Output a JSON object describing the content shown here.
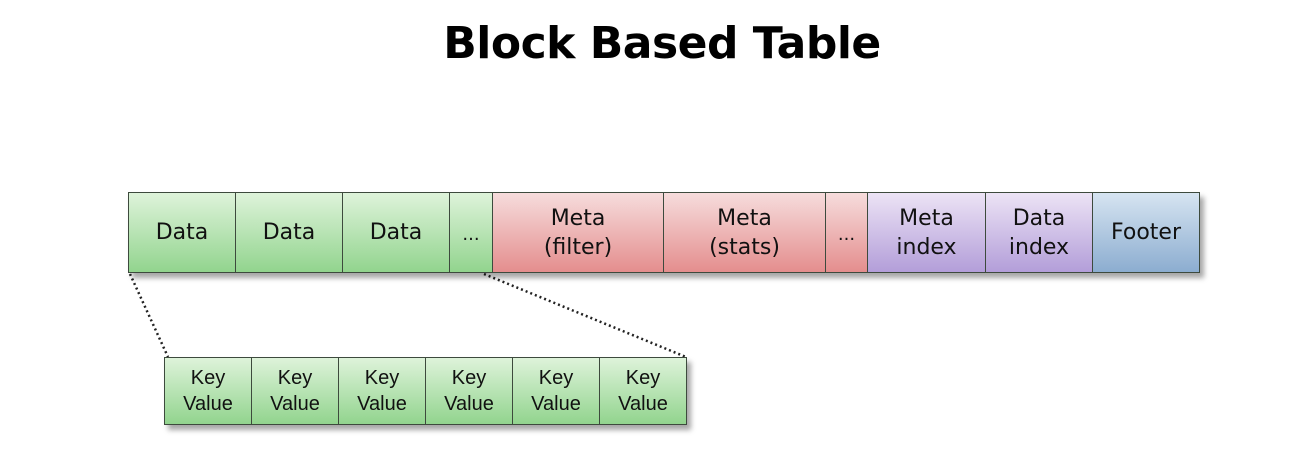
{
  "title": "Block Based Table",
  "blocks": [
    {
      "label": "Data",
      "kind": "data"
    },
    {
      "label": "Data",
      "kind": "data"
    },
    {
      "label": "Data",
      "kind": "data"
    },
    {
      "label": "...",
      "kind": "data"
    },
    {
      "label": "Meta\n(filter)",
      "kind": "meta"
    },
    {
      "label": "Meta\n(stats)",
      "kind": "meta"
    },
    {
      "label": "...",
      "kind": "meta"
    },
    {
      "label": "Meta\nindex",
      "kind": "index"
    },
    {
      "label": "Data\nindex",
      "kind": "index"
    },
    {
      "label": "Footer",
      "kind": "footer"
    }
  ],
  "key_values": [
    "Key\nValue",
    "Key\nValue",
    "Key\nValue",
    "Key\nValue",
    "Key\nValue",
    "Key\nValue"
  ],
  "colors": {
    "data": "#92d48e",
    "meta": "#e48e8e",
    "index": "#b39ed9",
    "footer": "#8cadd0"
  }
}
